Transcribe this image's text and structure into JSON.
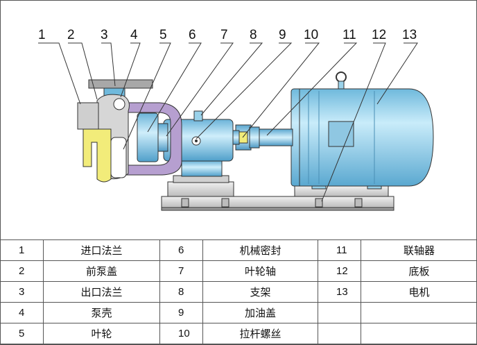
{
  "callouts": [
    "1",
    "2",
    "3",
    "4",
    "5",
    "6",
    "7",
    "8",
    "9",
    "10",
    "11",
    "12",
    "13"
  ],
  "parts": [
    {
      "no": "1",
      "name": "进口法兰"
    },
    {
      "no": "2",
      "name": "前泵盖"
    },
    {
      "no": "3",
      "name": "出口法兰"
    },
    {
      "no": "4",
      "name": "泵壳"
    },
    {
      "no": "5",
      "name": "叶轮"
    },
    {
      "no": "6",
      "name": "机械密封"
    },
    {
      "no": "7",
      "name": "叶轮轴"
    },
    {
      "no": "8",
      "name": "支架"
    },
    {
      "no": "9",
      "name": "加油盖"
    },
    {
      "no": "10",
      "name": "拉杆螺丝"
    },
    {
      "no": "11",
      "name": "联轴器"
    },
    {
      "no": "12",
      "name": "底板"
    },
    {
      "no": "13",
      "name": "电机"
    }
  ],
  "colors": {
    "motor": "#8fd3ee",
    "frame": "#7fc3e3",
    "impeller": "#f2ec7a",
    "volute": "#b69fd0",
    "casing": "#c8c8c8",
    "base": "#dcdcdc",
    "line": "#333333"
  }
}
